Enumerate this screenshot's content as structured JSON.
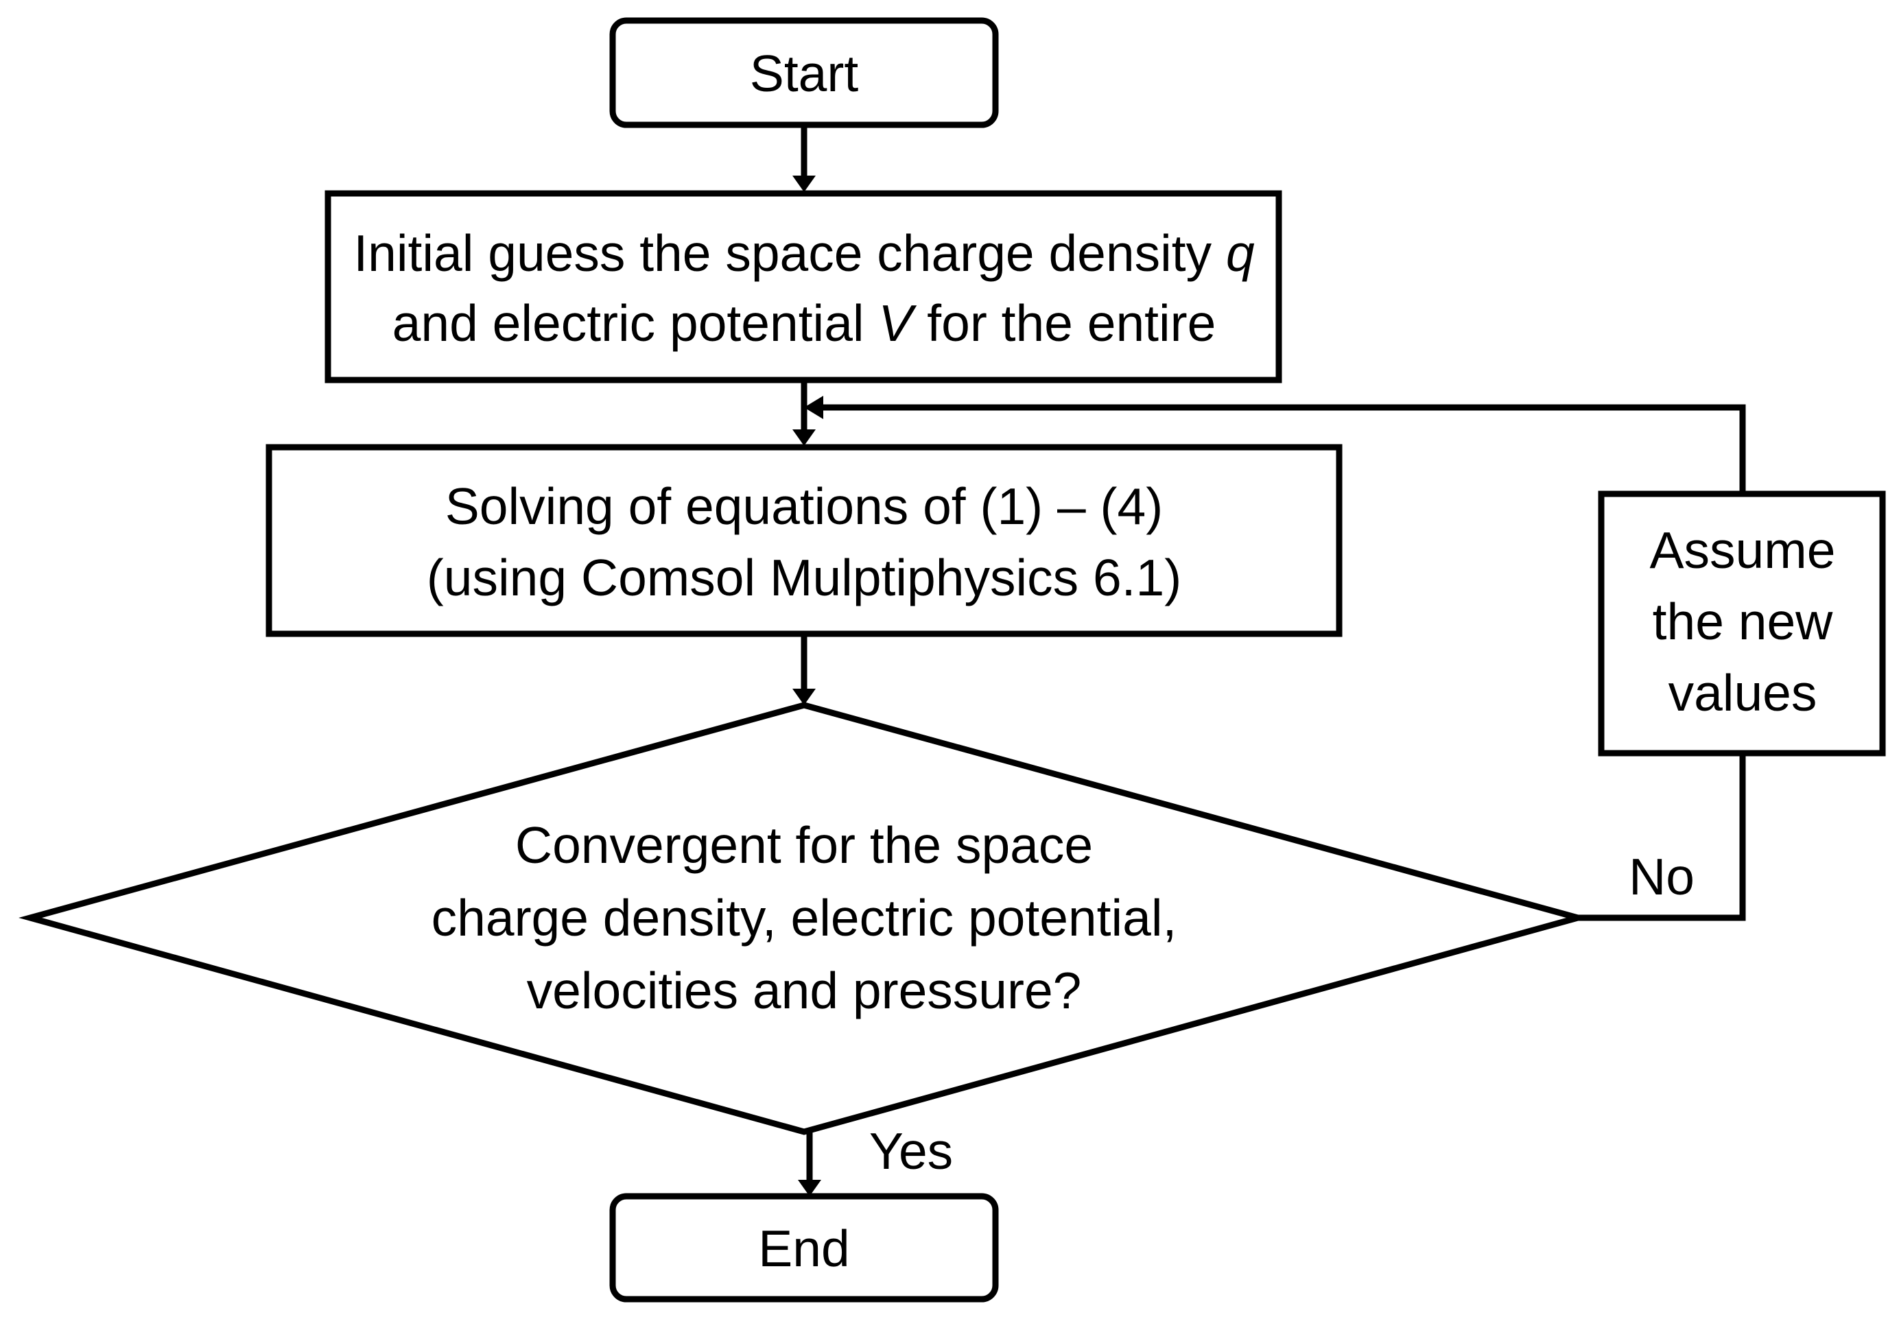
{
  "nodes": {
    "start": {
      "label": "Start"
    },
    "initial": {
      "line1_text": "Initial guess the space charge density ",
      "line1_var": "q",
      "line2_text_a": "and electric potential ",
      "line2_var": "V",
      "line2_text_b": " for the entire"
    },
    "solve": {
      "line1": "Solving of equations of (1) – (4)",
      "line2": "(using Comsol Mulptiphysics 6.1)"
    },
    "decision": {
      "line1": "Convergent for the space",
      "line2": "charge density, electric potential,",
      "line3": "velocities and pressure?"
    },
    "assume": {
      "line1": "Assume",
      "line2": "the new",
      "line3": "values"
    },
    "end": {
      "label": "End"
    }
  },
  "edges": {
    "no_label": "No",
    "yes_label": "Yes"
  },
  "colors": {
    "stroke": "#000000",
    "background": "#ffffff"
  }
}
